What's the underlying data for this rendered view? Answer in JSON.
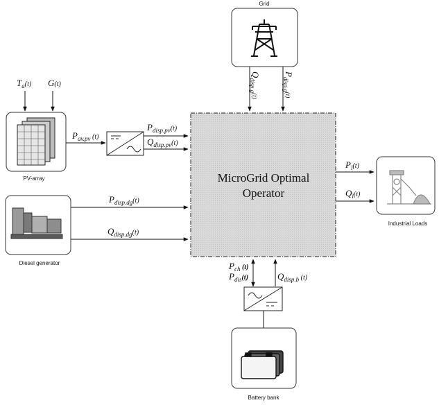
{
  "title": "",
  "core": {
    "line1": "MicroGrid Optimal",
    "line2": "Operator"
  },
  "components": {
    "grid": "Grid",
    "pv": "PV-array",
    "diesel": "Diesel generator",
    "industrial": "Industrial Loads",
    "battery": "Battery bank"
  },
  "inputs": {
    "ta": "T",
    "ta_sub": "a",
    "ta_t": "(t)",
    "g": "G",
    "g_t": "(t)"
  },
  "signals": {
    "p_av_pv": {
      "main": "P",
      "sub": "av.pv",
      "t": " (t)"
    },
    "p_disp_pv": {
      "main": "P",
      "sub": "disp.pv",
      "t": "(t)"
    },
    "q_disp_pv": {
      "main": "Q",
      "sub": "disp.pv",
      "t": "(t)"
    },
    "p_disp_dg": {
      "main": "P",
      "sub": "disp.dg",
      "t": "(t)"
    },
    "q_disp_dg": {
      "main": "Q",
      "sub": "disp.dg",
      "t": "(t)"
    },
    "q_disp_g": {
      "main": "Q",
      "sub": "disp.g",
      "t": "(t)"
    },
    "p_disp_g": {
      "main": "P",
      "sub": "disp.g",
      "t": "(t)"
    },
    "p_l": {
      "main": "P",
      "sub": "l",
      "t": "(t)"
    },
    "q_l": {
      "main": "Q",
      "sub": "l",
      "t": "(t)"
    },
    "p_ch": {
      "main": "P",
      "sub": "ch",
      "t": " (t)"
    },
    "p_dis": {
      "main": "P",
      "sub": "dis",
      "t": "(t)"
    },
    "q_disp_b": {
      "main": "Q",
      "sub": "disp.b",
      "t": "  (t)"
    }
  }
}
